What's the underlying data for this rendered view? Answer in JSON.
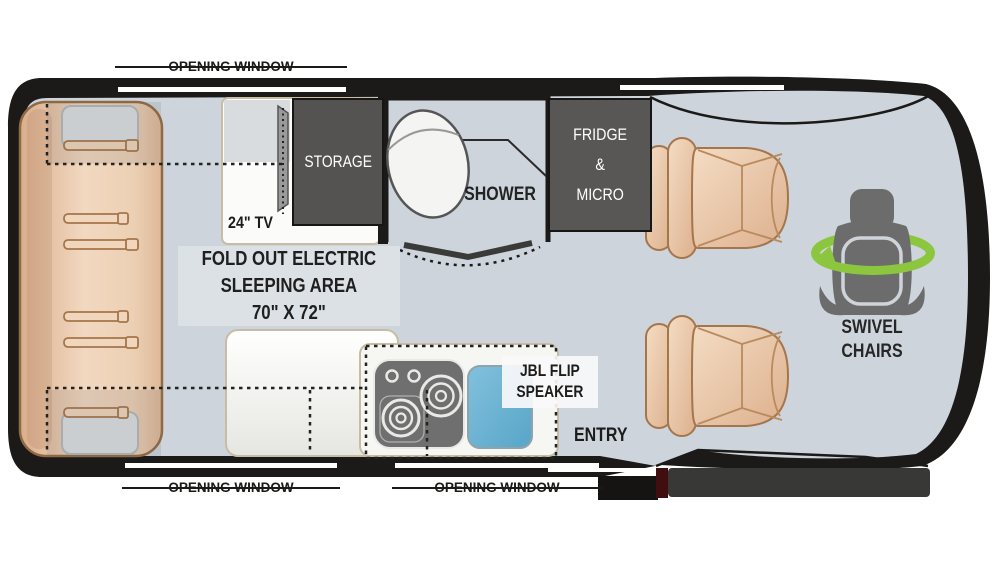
{
  "floorplan": {
    "windows": {
      "top": "OPENING WINDOW",
      "bottom_left": "OPENING WINDOW",
      "bottom_right": "OPENING WINDOW"
    },
    "areas": {
      "tv": "24\" TV",
      "storage": "STORAGE",
      "shower": "SHOWER",
      "fridge_micro": "FRIDGE\n&\nMICRO",
      "sleeping_area": "FOLD OUT ELECTRIC\nSLEEPING AREA\n70\" X 72\"",
      "speaker": "JBL FLIP\nSPEAKER",
      "entry": "ENTRY",
      "swivel_chairs": "SWIVEL\nCHAIRS"
    },
    "colors": {
      "floor": "#cdd4db",
      "wall": "#1b1a19",
      "bed_tan": "#eecfb4",
      "cabinet_dark": "#545352",
      "sink_blue": "#6db4d4",
      "swivel_green": "#8cc63e",
      "seat_tan": "#eccdb2",
      "door_maroon": "#400e0e",
      "label_gray": "#dce1e6"
    }
  }
}
